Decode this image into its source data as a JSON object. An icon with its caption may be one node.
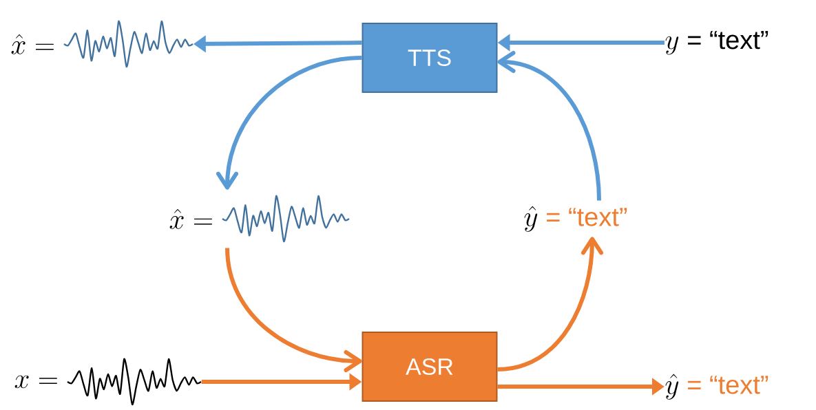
{
  "diagram": {
    "nodes": [
      {
        "text": [
          "TTS"
        ]
      },
      {
        "text": [
          "ASR"
        ]
      },
      {
        "text": [
          "\\hat{x} ="
        ]
      },
      {
        "text": [
          "y",
          "= “text”"
        ]
      },
      {
        "text": [
          "\\hat{x} ="
        ]
      },
      {
        "text": [
          "\\hat{y}",
          "= “text”"
        ]
      },
      {
        "text": [
          "x ="
        ]
      },
      {
        "text": [
          "\\hat{y}",
          "= “text”"
        ]
      }
    ],
    "edges": [
      {
        "from": 0,
        "to": 2,
        "arrow": "to",
        "color": "#5b9bd5"
      },
      {
        "from": 3,
        "to": 0,
        "arrow": "to",
        "color": "#5b9bd5"
      },
      {
        "from": 0,
        "to": 4,
        "arrow": "to",
        "color": "#5b9bd5"
      },
      {
        "from": 5,
        "to": 0,
        "arrow": "to",
        "color": "#5b9bd5"
      },
      {
        "from": 4,
        "to": 1,
        "arrow": "to",
        "color": "#ed7d31"
      },
      {
        "from": 6,
        "to": 1,
        "arrow": "to",
        "color": "#ed7d31"
      },
      {
        "from": 1,
        "to": 5,
        "arrow": "to",
        "color": "#ed7d31"
      },
      {
        "from": 1,
        "to": 7,
        "arrow": "to",
        "color": "#ed7d31"
      }
    ]
  }
}
